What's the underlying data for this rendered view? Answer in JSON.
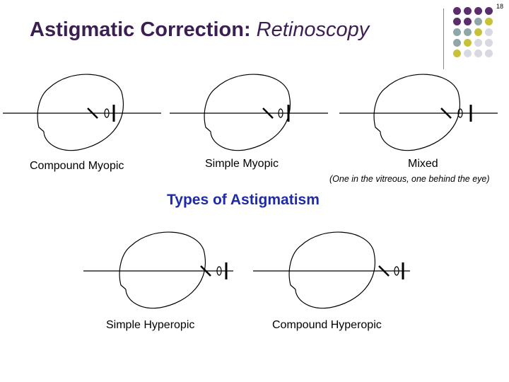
{
  "slide": {
    "number": "18",
    "title_bold": "Astigmatic Correction:",
    "title_italic": "Retinoscopy",
    "section_heading": "Types of Astigmatism"
  },
  "colors": {
    "title": "#3b1f52",
    "heading": "#1f2aa6",
    "dot_purple": "#5b2d6b",
    "dot_teal": "#8fa7a8",
    "dot_olive": "#c7c23a",
    "dot_lavender": "#d8d8e2"
  },
  "diagrams": [
    {
      "label": "Compound Myopic"
    },
    {
      "label": "Simple Myopic"
    },
    {
      "label": "Mixed",
      "note": "(One in the vitreous, one behind the eye)"
    },
    {
      "label": "Simple Hyperopic"
    },
    {
      "label": "Compound Hyperopic"
    }
  ],
  "icons": [
    "eye-outline-icon",
    "focal-line-icon",
    "corrective-lens-icon"
  ]
}
